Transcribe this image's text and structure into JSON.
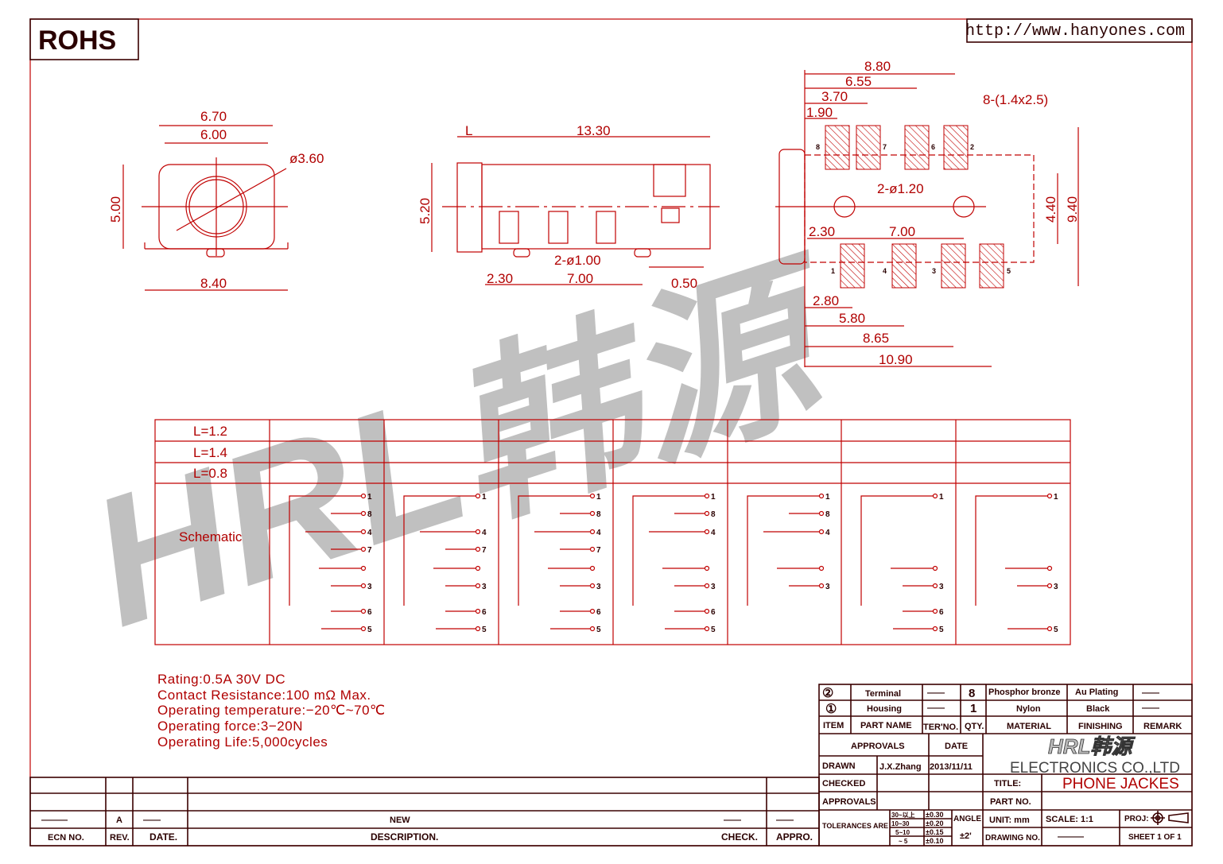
{
  "header": {
    "rohs": "ROHS",
    "url": "http://www.hanyones.com"
  },
  "watermark": {
    "text": "HRL韩源"
  },
  "front_view": {
    "w1": "6.70",
    "w2": "6.00",
    "dia": "ø3.60",
    "h": "5.00",
    "base": "8.40"
  },
  "side_view": {
    "L": "L",
    "len": "13.30",
    "h": "5.20",
    "holes": "2-ø1.00",
    "d1": "2.30",
    "d2": "7.00",
    "d3": "0.50"
  },
  "footprint": {
    "w": "8.80",
    "a": "6.55",
    "b": "3.70",
    "c": "1.90",
    "pads": "8-(1.4x2.5)",
    "holes": "2-ø1.20",
    "h1": "4.40",
    "h2": "9.40",
    "x1": "2.30",
    "x2": "7.00",
    "e": "2.80",
    "f": "5.80",
    "g": "8.65",
    "h": "10.90",
    "top_pins": [
      "8",
      "7",
      "6",
      "2"
    ],
    "bottom_pins": [
      "1",
      "4",
      "3",
      "5"
    ]
  },
  "table": {
    "rows": [
      "L=1.2",
      "L=1.4",
      "L=0.8",
      "Schematic"
    ],
    "columns": [
      {
        "pins": [
          "1",
          "8",
          "4",
          "7",
          "3",
          "6",
          "5"
        ]
      },
      {
        "pins": [
          "1",
          "4",
          "7",
          "3",
          "6",
          "5"
        ]
      },
      {
        "pins": [
          "1",
          "8",
          "4",
          "7",
          "3",
          "6",
          "5"
        ]
      },
      {
        "pins": [
          "1",
          "8",
          "4",
          "3",
          "6",
          "5"
        ]
      },
      {
        "pins": [
          "1",
          "8",
          "4",
          "3"
        ]
      },
      {
        "pins": [
          "1",
          "3",
          "6",
          "5"
        ]
      },
      {
        "pins": [
          "1",
          "3",
          "5"
        ]
      }
    ]
  },
  "notes": [
    "Rating:0.5A  30V  DC",
    "Contact  Resistance:100  mΩ  Max.",
    "Operating  temperature:−20℃~70℃",
    "Operating  force:3−20N",
    "Operating  Life:5,000cycles"
  ],
  "bom": {
    "rows": [
      {
        "item": "②",
        "name": "Terminal",
        "ter": "——",
        "qty": "8",
        "material": "Phosphor bronze",
        "finish": "Au Plating",
        "remark": "——"
      },
      {
        "item": "①",
        "name": "Housing",
        "ter": "——",
        "qty": "1",
        "material": "Nylon",
        "finish": "Black",
        "remark": "——"
      }
    ],
    "headers": {
      "item": "ITEM",
      "name": "PART  NAME",
      "ter": "TER'NO.",
      "qty": "QTY.",
      "material": "MATERIAL",
      "finish": "FINISHING",
      "remark": "REMARK"
    }
  },
  "title_block": {
    "approvals": "APPROVALS",
    "date": "DATE",
    "drawn": "DRAWN",
    "drawn_by": "J.X.Zhang",
    "drawn_date": "2013/11/11",
    "checked": "CHECKED",
    "approvals2": "APPROVALS",
    "company": "ELECTRONICS  CO.,LTD",
    "logo": "HRL韩源",
    "title_label": "TITLE:",
    "title": "PHONE  JACKES",
    "part_no": "PART  NO.",
    "tol_label": "TOLERANCES  ARE",
    "tol": [
      [
        "30~以上",
        "±0.30"
      ],
      [
        "10~30",
        "±0.20"
      ],
      [
        "5~10",
        "±0.15"
      ],
      [
        "~ 5",
        "±0.10"
      ]
    ],
    "angle": "ANGLE",
    "angle_val": "±2'",
    "unit": "UNIT:  mm",
    "scale": "SCALE:    1:1",
    "proj": "PROJ:",
    "drawing_no": "DRAWING  NO.",
    "drawing_no_val": "———",
    "sheet": "SHEET    1  OF  1"
  },
  "revision": {
    "ecn": "———",
    "rev": "A",
    "date": "——",
    "desc": "NEW",
    "check": "——",
    "appro": "——",
    "headers": {
      "ecn": "ECN  NO.",
      "rev": "REV.",
      "date": "DATE.",
      "desc": "DESCRIPTION.",
      "check": "CHECK.",
      "appro": "APPRO."
    }
  }
}
